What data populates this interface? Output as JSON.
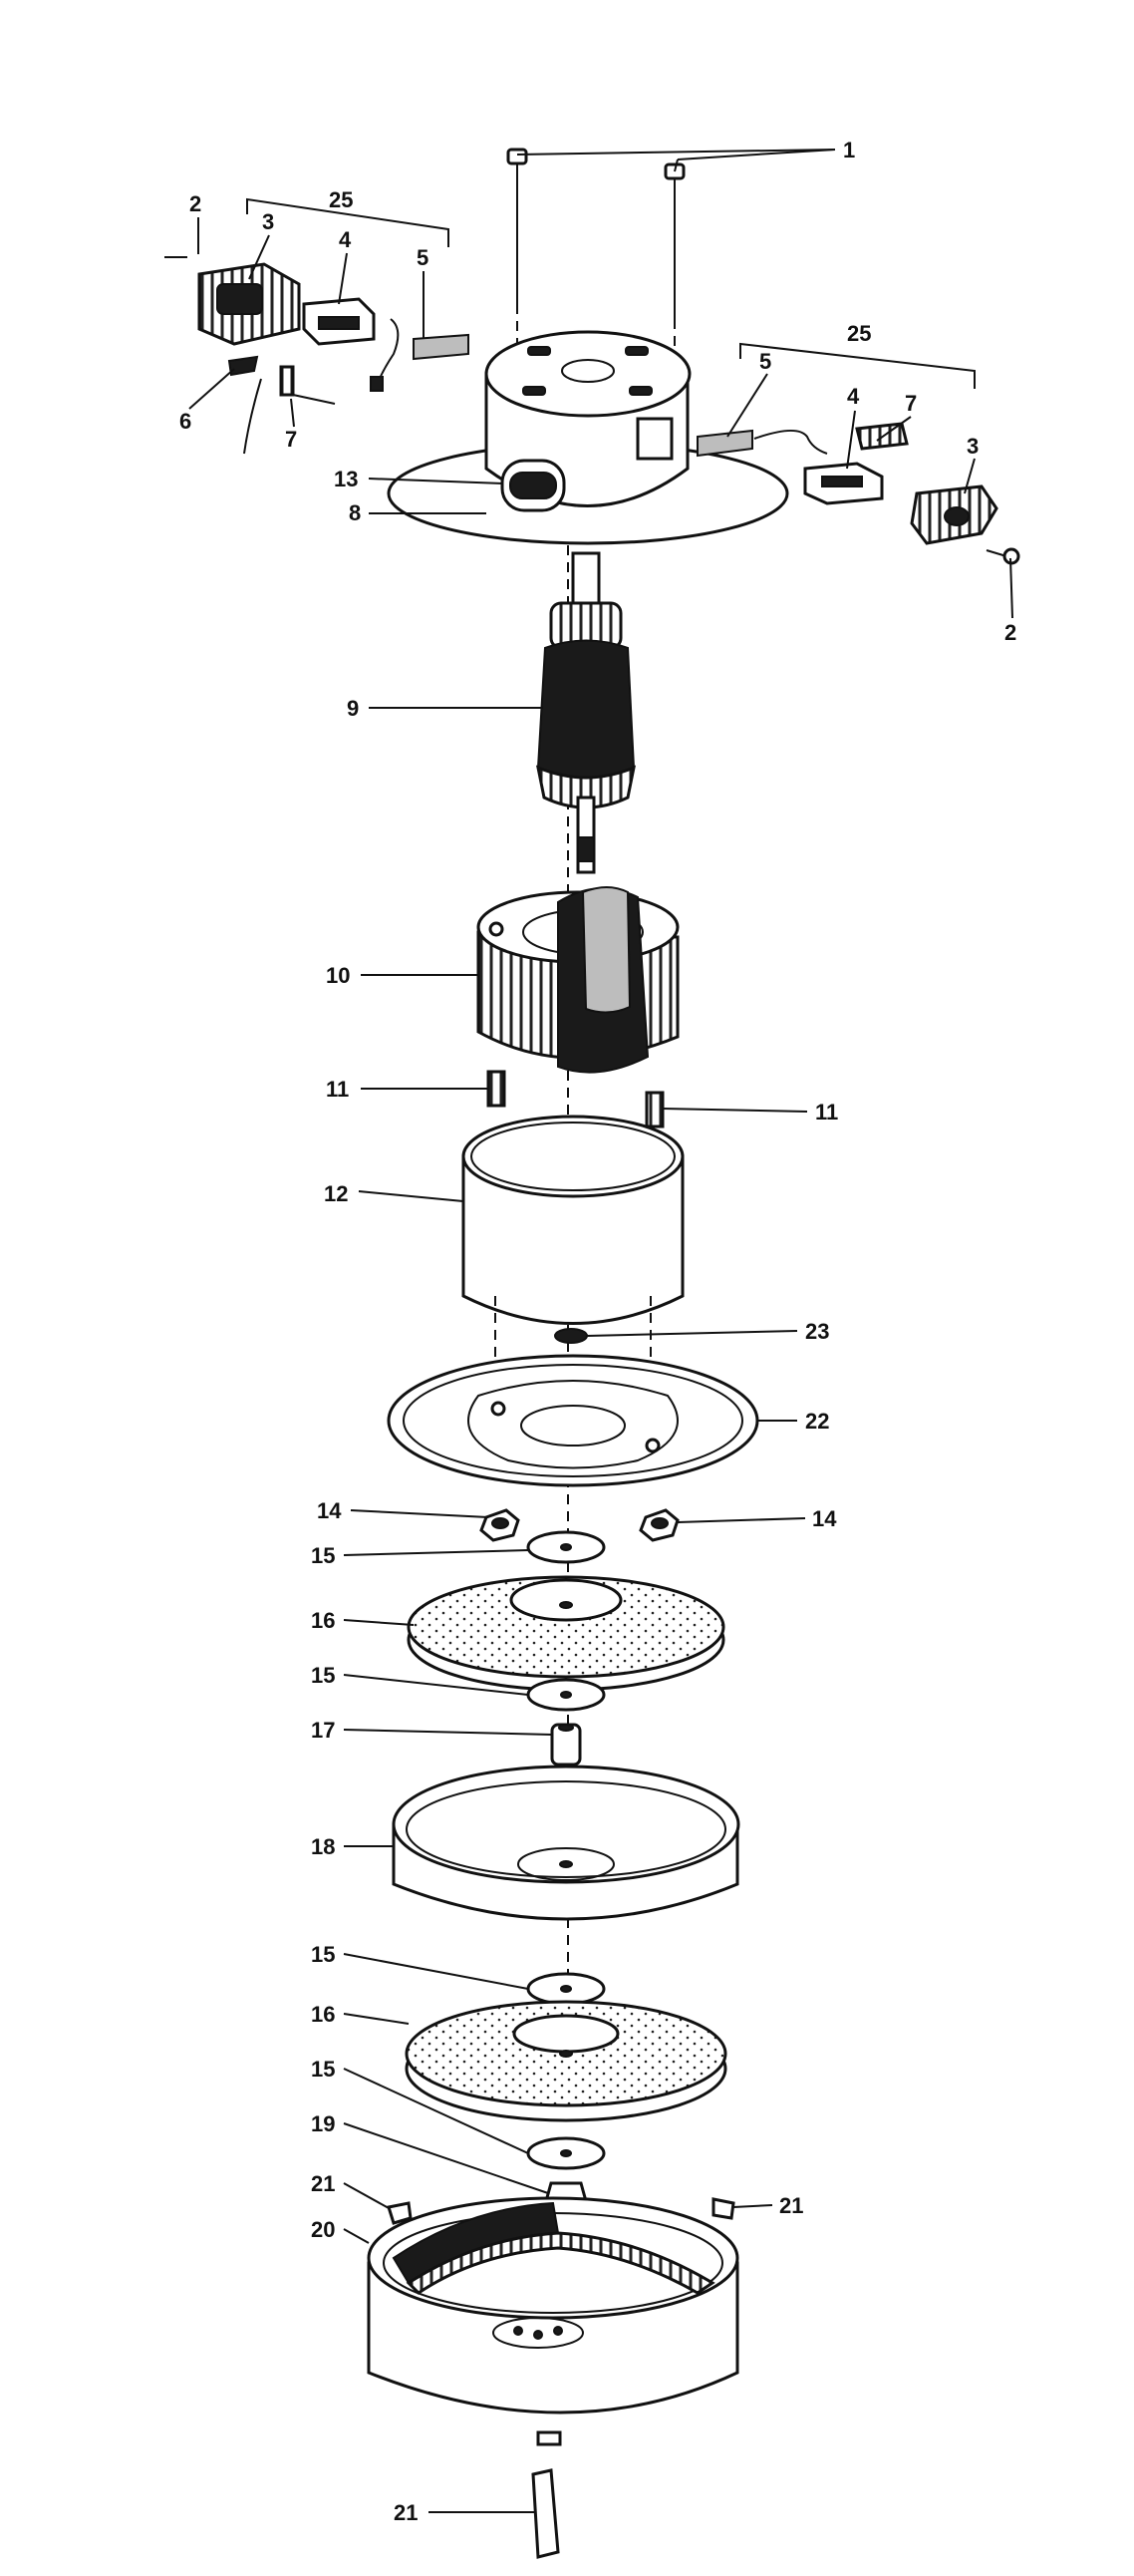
{
  "callouts": {
    "c1": "1",
    "c2a": "2",
    "c2b": "2",
    "c3a": "3",
    "c3b": "3",
    "c4a": "4",
    "c4b": "4",
    "c5a": "5",
    "c5b": "5",
    "c6": "6",
    "c7a": "7",
    "c7b": "7",
    "c8": "8",
    "c9": "9",
    "c10": "10",
    "c11a": "11",
    "c11b": "11",
    "c12": "12",
    "c13": "13",
    "c14a": "14",
    "c14b": "14",
    "c15a": "15",
    "c15b": "15",
    "c15c": "15",
    "c15d": "15",
    "c16a": "16",
    "c16b": "16",
    "c17": "17",
    "c18": "18",
    "c19": "19",
    "c20": "20",
    "c21a": "21",
    "c21b": "21",
    "c21c": "21",
    "c22": "22",
    "c23": "23",
    "c25a": "25",
    "c25b": "25"
  }
}
